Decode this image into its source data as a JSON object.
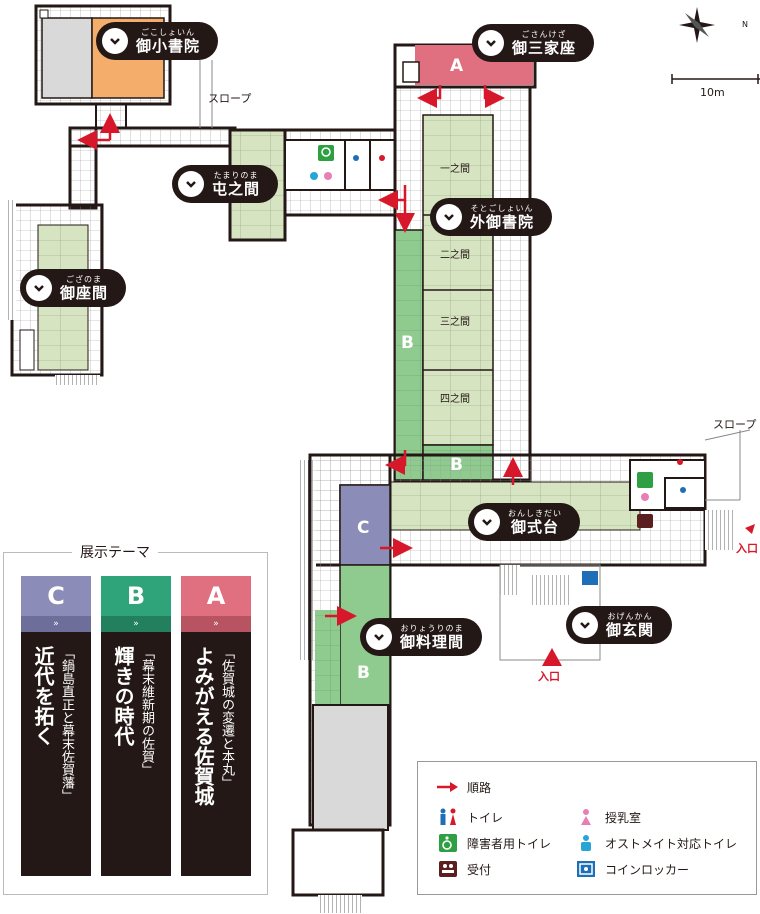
{
  "labels": {
    "goshoin": {
      "ruby": "ごこしょいん",
      "name": "御小書院"
    },
    "gosanke": {
      "ruby": "ごさんけざ",
      "name": "御三家座"
    },
    "tamarinoma": {
      "ruby": "たまりのま",
      "name": "屯之間"
    },
    "sotogoshoin": {
      "ruby": "そとごしょいん",
      "name": "外御書院"
    },
    "gozanoma": {
      "ruby": "ござのま",
      "name": "御座間"
    },
    "onshikidai": {
      "ruby": "おんしきだい",
      "name": "御式台"
    },
    "oryorinoma": {
      "ruby": "おりょうりのま",
      "name": "御料理間"
    },
    "ogenkan": {
      "ruby": "おげんかん",
      "name": "御玄関"
    }
  },
  "rooms": {
    "ichi": "一之間",
    "ni": "二之間",
    "san": "三之間",
    "yon": "四之間"
  },
  "zones": {
    "a": "A",
    "b": "B",
    "c": "C"
  },
  "texts": {
    "slope1": "スロープ",
    "slope2": "スロープ",
    "entrance1": "入口",
    "entrance2": "入口",
    "scale": "10m",
    "north": "N"
  },
  "themes": {
    "title": "展示テーマ",
    "items": [
      {
        "letter": "C",
        "arrow": "»",
        "title": "近代を拓く",
        "subtitle": "「鍋島直正と幕末佐賀藩」",
        "color": "#8b8cb8"
      },
      {
        "letter": "B",
        "arrow": "»",
        "title": "輝きの時代",
        "subtitle": "「幕末維新期の佐賀」",
        "color": "#2fa37a"
      },
      {
        "letter": "A",
        "arrow": "»",
        "title": "よみがえる佐賀城",
        "subtitle": "「佐賀城の変遷と本丸」",
        "color": "#e0707f"
      }
    ]
  },
  "legend": {
    "route": "順路",
    "toilet": "トイレ",
    "nursing": "授乳室",
    "accessible": "障害者用トイレ",
    "ostomate": "オストメイト対応トイレ",
    "reception": "受付",
    "locker": "コインロッカー"
  },
  "colors": {
    "zone_a": "#e0707f",
    "zone_b": "#8fca8f",
    "zone_c": "#8b8cb8",
    "tatami": "#d7e4c2",
    "orange": "#f4ad6a",
    "gray": "#d9d9d9",
    "route": "#d7182a",
    "wall": "#231815"
  }
}
